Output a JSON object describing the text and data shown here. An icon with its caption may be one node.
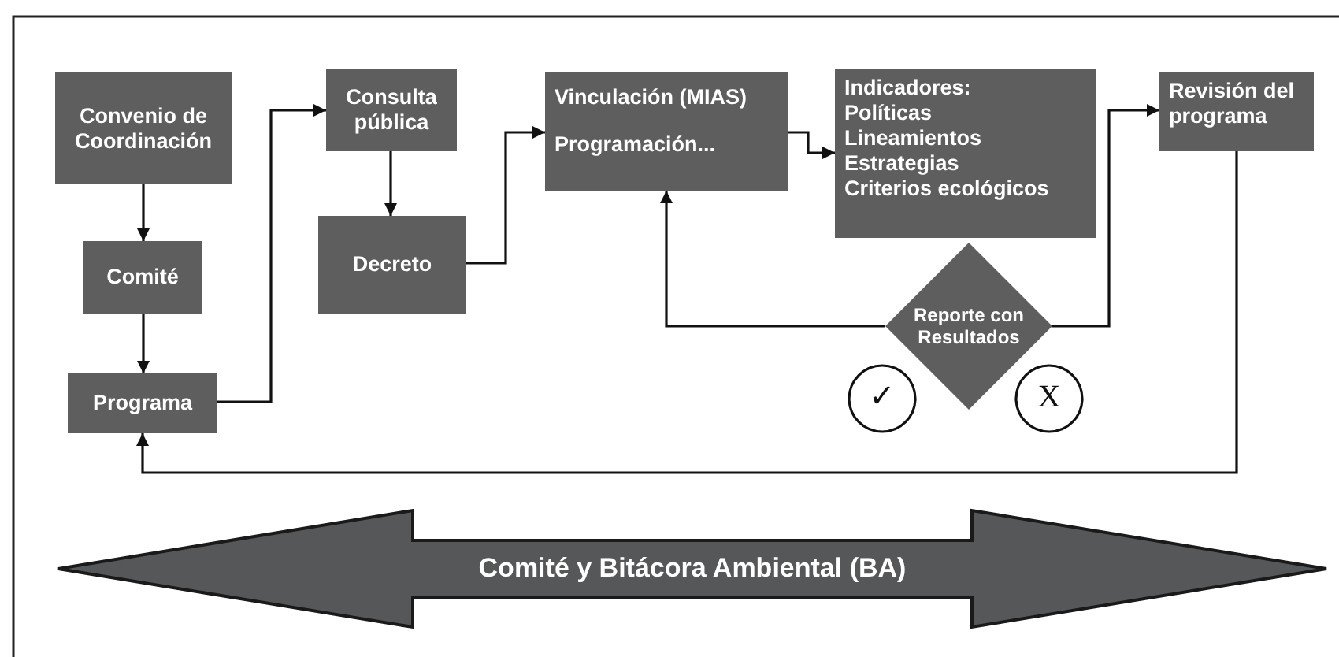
{
  "diagram": {
    "nodes": [
      {
        "text": [
          "Convenio de Coordinación"
        ]
      },
      {
        "text": [
          "Comité"
        ]
      },
      {
        "text": [
          "Programa"
        ]
      },
      {
        "text": [
          "Consulta pública"
        ]
      },
      {
        "text": [
          "Decreto"
        ]
      },
      {
        "text": [
          "Vinculación (MIAS)",
          "Programación..."
        ]
      },
      {
        "text": [
          "Indicadores:",
          "Políticas",
          "Lineamientos",
          "Estrategias",
          "Criterios ecológicos"
        ]
      },
      {
        "text": [
          "Revisión del programa"
        ]
      },
      {
        "text": [
          "Reporte con Resultados"
        ]
      },
      {
        "text": [
          "✓"
        ]
      },
      {
        "text": [
          "X"
        ]
      },
      {
        "text": [
          "Comité y Bitácora Ambiental (BA)"
        ]
      }
    ],
    "edges": [
      {
        "from": 0,
        "to": 1,
        "arrow": "to"
      },
      {
        "from": 1,
        "to": 2,
        "arrow": "to"
      },
      {
        "from": 2,
        "to": 3,
        "arrow": "to"
      },
      {
        "from": 3,
        "to": 4,
        "arrow": "to"
      },
      {
        "from": 4,
        "to": 5,
        "arrow": "to"
      },
      {
        "from": 5,
        "to": 6,
        "arrow": "to"
      },
      {
        "from": 8,
        "to": 5,
        "arrow": "to"
      },
      {
        "from": 8,
        "to": 7,
        "arrow": "to"
      },
      {
        "from": 7,
        "to": 2,
        "arrow": "to"
      }
    ]
  }
}
